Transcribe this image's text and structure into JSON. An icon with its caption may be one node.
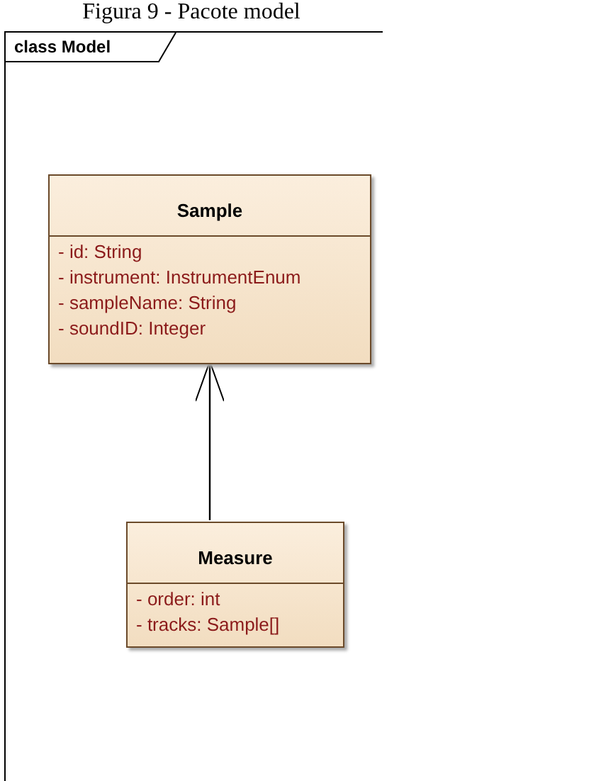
{
  "diagram": {
    "title": "Figura 9 - Pacote model",
    "nodes": [
      {
        "text": [
          "class Model"
        ]
      },
      {
        "text": [
          "Sample",
          "- id: String",
          "- instrument: InstrumentEnum",
          "- sampleName: String",
          "- soundID: Integer"
        ],
        "in": 0
      },
      {
        "text": [
          "Measure",
          "- order: int",
          "- tracks: Sample[]"
        ],
        "in": 0
      }
    ],
    "edges": [
      {
        "from": 2,
        "to": 1,
        "arrow": "to"
      }
    ]
  }
}
